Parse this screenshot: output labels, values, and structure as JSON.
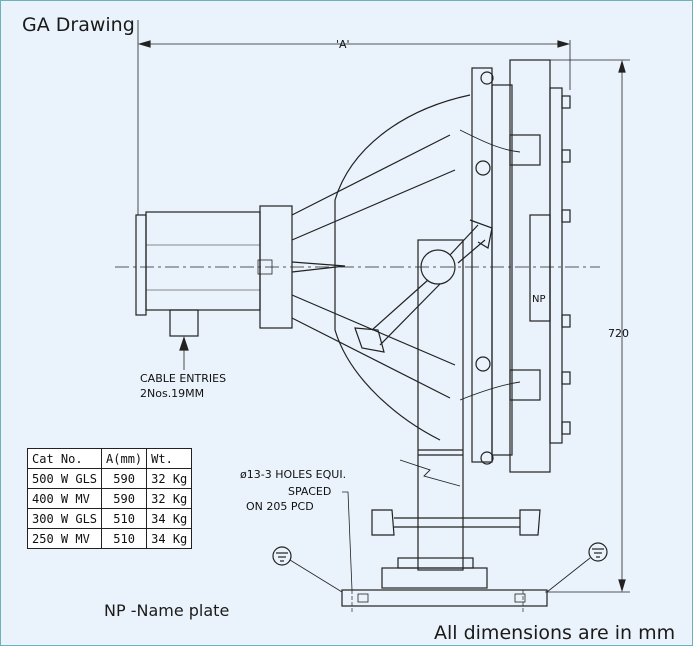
{
  "title": "GA Drawing",
  "labels": {
    "dim_a": "'A'",
    "dim_height": "720",
    "cable_line1": "CABLE ENTRIES",
    "cable_line2": "2Nos.19MM",
    "holes_line1": "ø13-3 HOLES EQUI.",
    "holes_line2": "SPACED",
    "holes_line3": "ON 205 PCD",
    "name_plate_tag": "NP"
  },
  "table": {
    "headers": [
      "Cat No.",
      "A(mm)",
      "Wt."
    ],
    "rows": [
      [
        "500 W GLS",
        "590",
        "32 Kg"
      ],
      [
        "400 W MV",
        "590",
        "32 Kg"
      ],
      [
        "300 W GLS",
        "510",
        "34 Kg"
      ],
      [
        "250 W MV",
        "510",
        "34 Kg"
      ]
    ]
  },
  "notes": {
    "name_plate": "NP -Name plate",
    "units": "All dimensions are in mm"
  }
}
